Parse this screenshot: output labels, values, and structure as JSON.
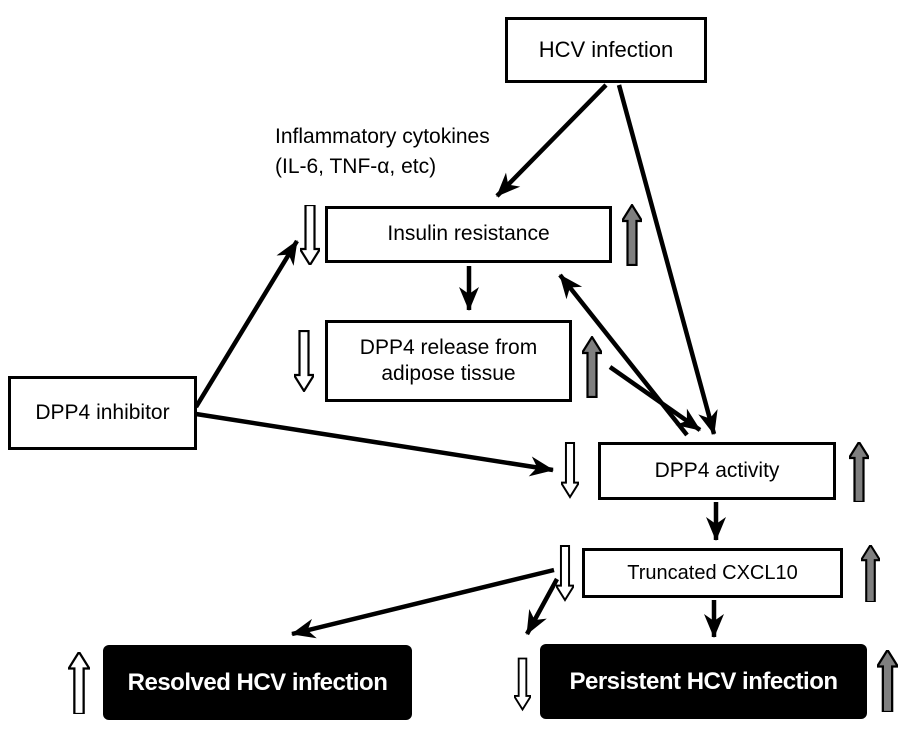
{
  "diagram": {
    "title": "HCV / DPP4 pathway diagram",
    "nodes": {
      "hcv_infection": "HCV infection",
      "cytokines_line1": "Inflammatory cytokines",
      "cytokines_line2": "(IL-6, TNF-α, etc)",
      "insulin_resistance": "Insulin resistance",
      "dpp4_release": "DPP4 release from adipose tissue",
      "dpp4_inhibitor": "DPP4 inhibitor",
      "dpp4_activity": "DPP4 activity",
      "truncated_cxcl10": "Truncated CXCL10",
      "resolved_hcv": "Resolved HCV infection",
      "persistent_hcv": "Persistent HCV infection"
    },
    "icons": {
      "increase": "gray-up-block-arrow",
      "decrease": "white-down-block-arrow",
      "outcome_increase": "white-up-block-arrow"
    },
    "colors": {
      "background": "#ffffff",
      "box_fill": "#ffffff",
      "box_border": "#000000",
      "dark_box_fill": "#000000",
      "dark_box_text": "#ffffff",
      "connector": "#000000",
      "increase_arrow_fill": "#7f7f7f",
      "decrease_arrow_fill": "#ffffff",
      "outcome_up_arrow_fill": "#ffffff"
    }
  }
}
